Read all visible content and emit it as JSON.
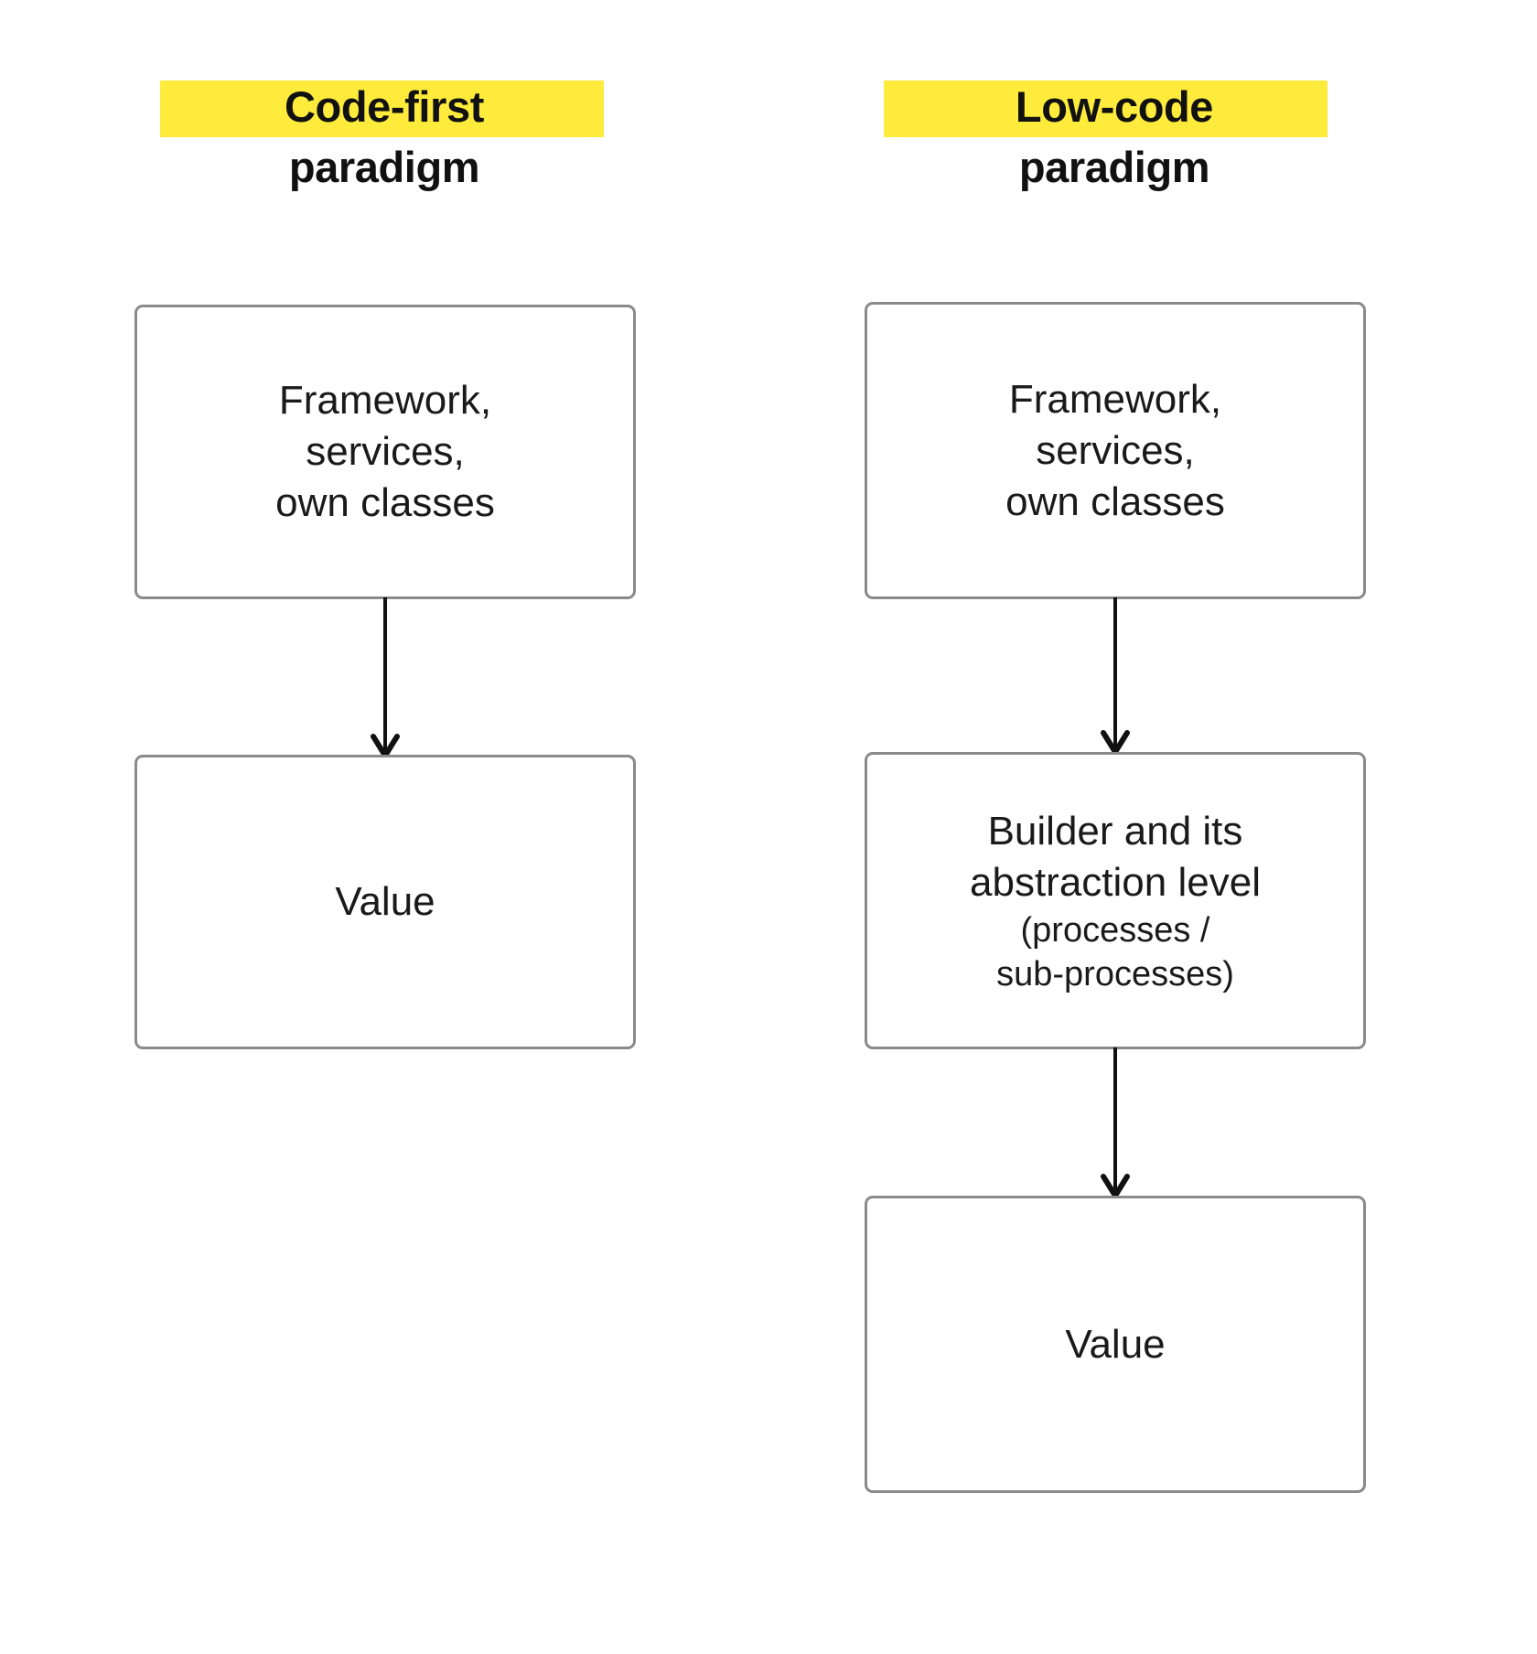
{
  "diagram": {
    "title_highlight_color": "#ffeb3b",
    "box_border_color": "#8a8a8a",
    "arrow_color": "#111111",
    "background_color": "#ffffff",
    "columns": [
      {
        "id": "code-first",
        "title_line1": "Code-first",
        "title_line2": "paradigm",
        "nodes": [
          {
            "id": "framework",
            "text": "Framework,\nservices,\nown classes"
          },
          {
            "id": "value",
            "text": "Value"
          }
        ],
        "arrows": [
          {
            "from": "framework",
            "to": "value"
          }
        ]
      },
      {
        "id": "low-code",
        "title_line1": "Low-code",
        "title_line2": "paradigm",
        "nodes": [
          {
            "id": "framework",
            "text": "Framework,\nservices,\nown classes"
          },
          {
            "id": "builder",
            "text": "Builder and its\nabstraction level",
            "sub": "(processes /\nsub-processes)"
          },
          {
            "id": "value",
            "text": "Value"
          }
        ],
        "arrows": [
          {
            "from": "framework",
            "to": "builder"
          },
          {
            "from": "builder",
            "to": "value"
          }
        ]
      }
    ]
  }
}
